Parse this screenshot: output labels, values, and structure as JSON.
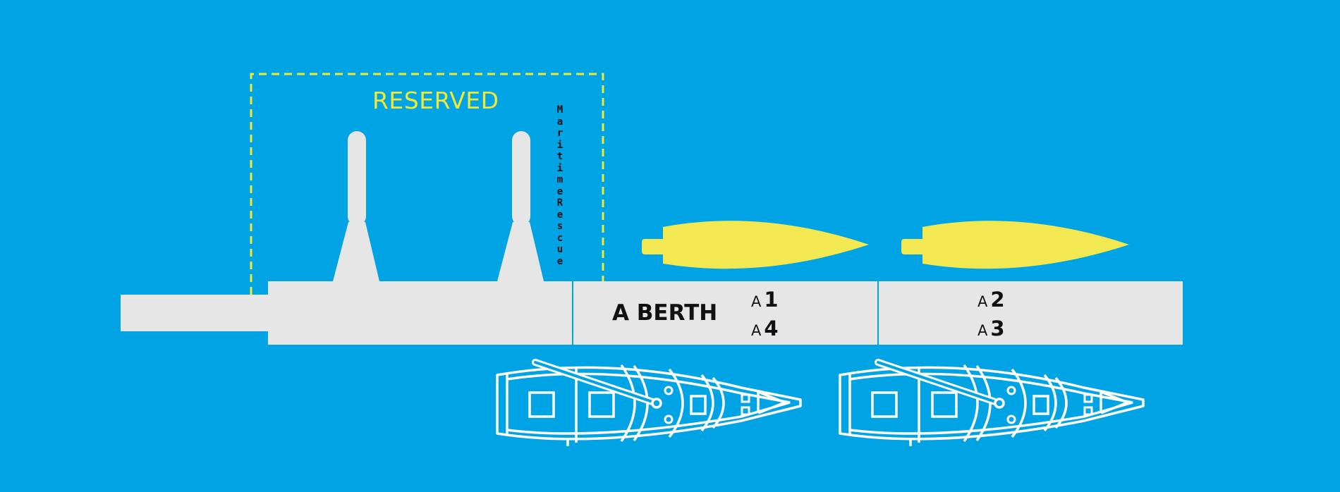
{
  "colors": {
    "water": "#00a3e3",
    "pontoon": "#e6e6e6",
    "reserved_outline": "#f2e934",
    "kayak": "#f2e952",
    "boat_outline": "#ffffff",
    "text": "#111111"
  },
  "reserved_zone": {
    "label": "RESERVED",
    "vertical_label": "Maritime Rescue"
  },
  "berth": {
    "title": "A BERTH",
    "slots": [
      {
        "prefix": "A",
        "number": "1"
      },
      {
        "prefix": "A",
        "number": "4"
      },
      {
        "prefix": "A",
        "number": "2"
      },
      {
        "prefix": "A",
        "number": "3"
      }
    ]
  },
  "icons": {
    "davit": "davit-icon",
    "kayak": "kayak-icon",
    "rowboat": "rowboat-icon"
  }
}
